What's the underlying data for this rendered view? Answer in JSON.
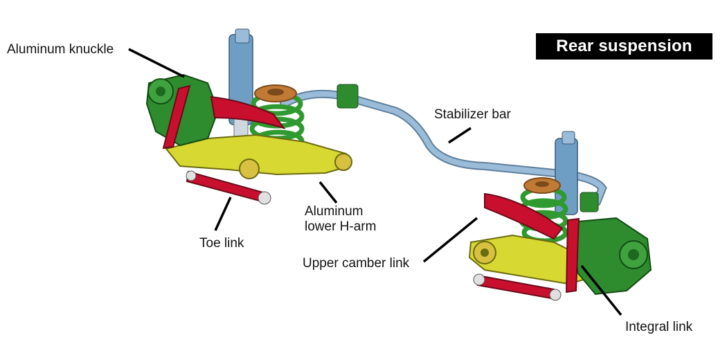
{
  "title": "Rear suspension",
  "labels": {
    "aluminum_knuckle": "Aluminum knuckle",
    "stabilizer_bar": "Stabilizer bar",
    "aluminum_lower_h_arm_line1": "Aluminum",
    "aluminum_lower_h_arm_line2": "lower H-arm",
    "toe_link": "Toe link",
    "upper_camber_link": "Upper camber link",
    "integral_link": "Integral link"
  },
  "colors": {
    "knuckle_green": "#2e8b2e",
    "link_red": "#c8102e",
    "h_arm_yellow": "#d8d832",
    "shock_blue": "#6f9ec4",
    "stabilizer_blue": "#8fb2d0",
    "spring_seat_orange": "#c07a34",
    "title_bg": "#000000",
    "title_text": "#ffffff"
  }
}
